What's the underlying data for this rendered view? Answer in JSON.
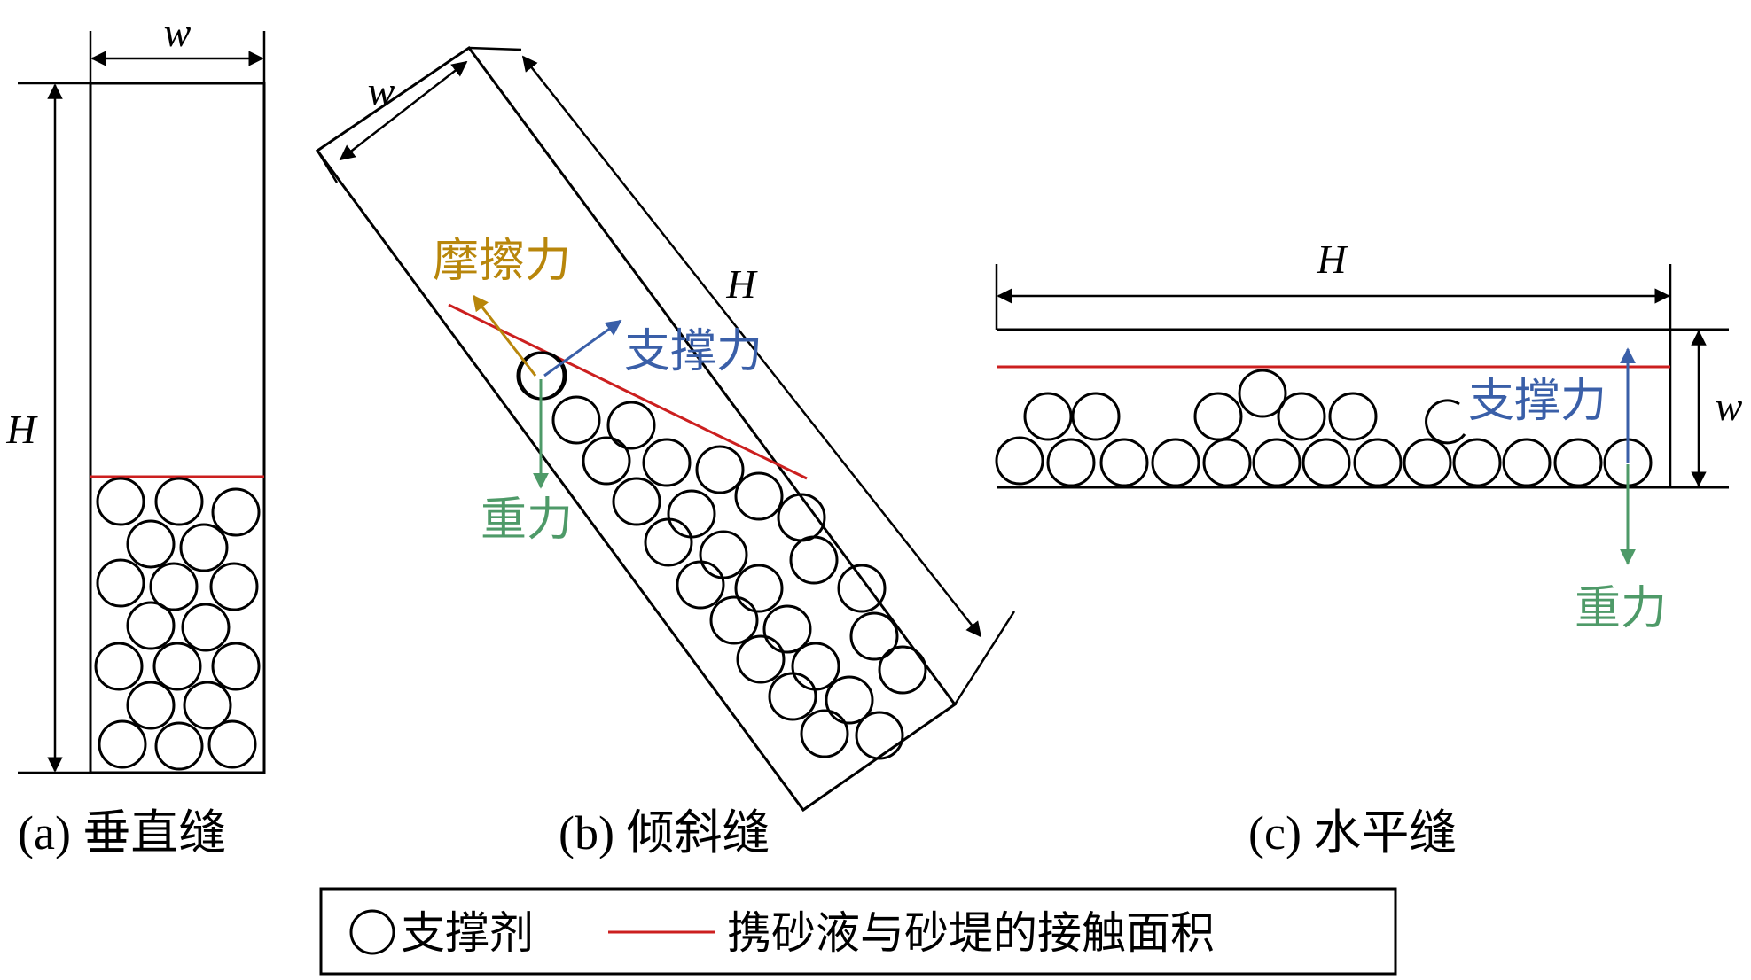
{
  "labels": {
    "width": "w",
    "height": "H",
    "friction": "摩擦力",
    "support": "支撑力",
    "gravity": "重力"
  },
  "captions": {
    "a": "(a) 垂直缝",
    "b": "(b) 倾斜缝",
    "c": "(c) 水平缝"
  },
  "legend": {
    "proppant": "支撑剂",
    "contact": "携砂液与砂堤的接触面积"
  },
  "colors": {
    "friction": "#b8860b",
    "support": "#3a5fa8",
    "gravity": "#4e9a68",
    "contact_line": "#cc1f1f"
  }
}
